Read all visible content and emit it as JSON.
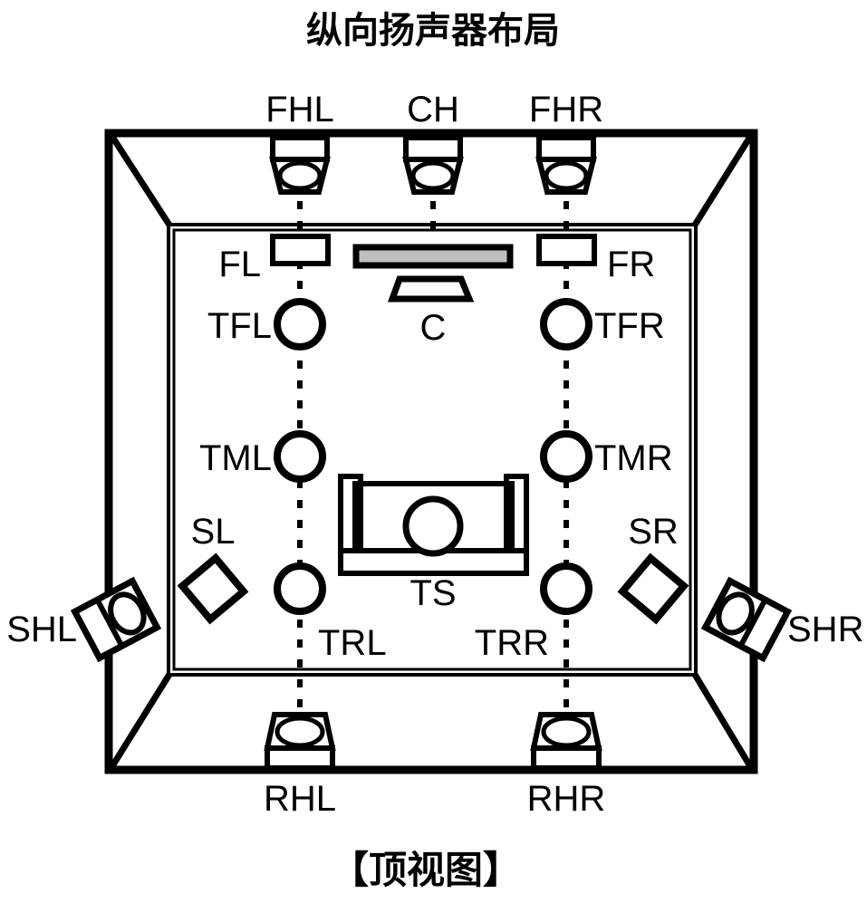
{
  "title": "纵向扬声器布局",
  "caption": "【顶视图】",
  "colors": {
    "ink": "#000000",
    "background": "#ffffff",
    "screen_fill": "#bfbfbf"
  },
  "view": "top-view",
  "room": {
    "outer_wall_label": "room-outer-wall",
    "inner_wall_label": "room-inner-wall"
  },
  "speakers": {
    "height_top": [
      {
        "id": "FHL",
        "label": "FHL",
        "kind": "ceiling-front-height-left"
      },
      {
        "id": "CH",
        "label": "CH",
        "kind": "ceiling-center-height"
      },
      {
        "id": "FHR",
        "label": "FHR",
        "kind": "ceiling-front-height-right"
      }
    ],
    "front": [
      {
        "id": "FL",
        "label": "FL",
        "kind": "front-left"
      },
      {
        "id": "C",
        "label": "C",
        "kind": "center"
      },
      {
        "id": "FR",
        "label": "FR",
        "kind": "front-right"
      }
    ],
    "top_ceiling": [
      {
        "id": "TFL",
        "label": "TFL",
        "kind": "top-front-left"
      },
      {
        "id": "TFR",
        "label": "TFR",
        "kind": "top-front-right"
      },
      {
        "id": "TML",
        "label": "TML",
        "kind": "top-middle-left"
      },
      {
        "id": "TMR",
        "label": "TMR",
        "kind": "top-middle-right"
      },
      {
        "id": "TRL",
        "label": "TRL",
        "kind": "top-rear-left"
      },
      {
        "id": "TRR",
        "label": "TRR",
        "kind": "top-rear-right"
      }
    ],
    "surround": [
      {
        "id": "SL",
        "label": "SL",
        "kind": "surround-left"
      },
      {
        "id": "SR",
        "label": "SR",
        "kind": "surround-right"
      }
    ],
    "surround_height": [
      {
        "id": "SHL",
        "label": "SHL",
        "kind": "surround-height-left"
      },
      {
        "id": "SHR",
        "label": "SHR",
        "kind": "surround-height-right"
      }
    ],
    "rear_height": [
      {
        "id": "RHL",
        "label": "RHL",
        "kind": "rear-height-left"
      },
      {
        "id": "RHR",
        "label": "RHR",
        "kind": "rear-height-right"
      }
    ]
  },
  "furniture": {
    "screen": {
      "id": "screen",
      "label": ""
    },
    "sofa": {
      "id": "TS",
      "label": "TS",
      "kind": "listening-seat"
    }
  }
}
